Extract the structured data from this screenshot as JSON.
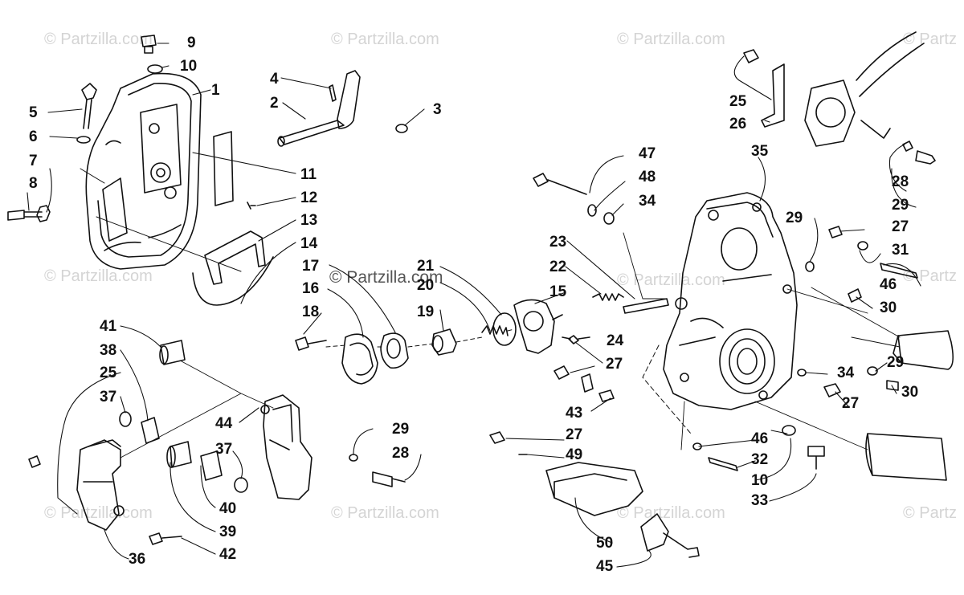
{
  "watermark": {
    "text": "© Partzilla.com",
    "text_partial": "© Partz",
    "center_text": "© Partzilla.com",
    "color": "#d4d4d4"
  },
  "callouts": [
    {
      "id": "c9",
      "label": "9"
    },
    {
      "id": "c10a",
      "label": "10"
    },
    {
      "id": "c1",
      "label": "1"
    },
    {
      "id": "c4",
      "label": "4"
    },
    {
      "id": "c2",
      "label": "2"
    },
    {
      "id": "c3",
      "label": "3"
    },
    {
      "id": "c5",
      "label": "5"
    },
    {
      "id": "c6",
      "label": "6"
    },
    {
      "id": "c7",
      "label": "7"
    },
    {
      "id": "c8",
      "label": "8"
    },
    {
      "id": "c11",
      "label": "11"
    },
    {
      "id": "c12",
      "label": "12"
    },
    {
      "id": "c13",
      "label": "13"
    },
    {
      "id": "c14",
      "label": "14"
    },
    {
      "id": "c25a",
      "label": "25"
    },
    {
      "id": "c26",
      "label": "26"
    },
    {
      "id": "c28a",
      "label": "28"
    },
    {
      "id": "c29a",
      "label": "29"
    },
    {
      "id": "c35",
      "label": "35"
    },
    {
      "id": "c47",
      "label": "47"
    },
    {
      "id": "c48",
      "label": "48"
    },
    {
      "id": "c34a",
      "label": "34"
    },
    {
      "id": "c29b",
      "label": "29"
    },
    {
      "id": "c27a",
      "label": "27"
    },
    {
      "id": "c31",
      "label": "31"
    },
    {
      "id": "c46a",
      "label": "46"
    },
    {
      "id": "c30a",
      "label": "30"
    },
    {
      "id": "c23",
      "label": "23"
    },
    {
      "id": "c22",
      "label": "22"
    },
    {
      "id": "c21",
      "label": "21"
    },
    {
      "id": "c20",
      "label": "20"
    },
    {
      "id": "c17",
      "label": "17"
    },
    {
      "id": "c16",
      "label": "16"
    },
    {
      "id": "c15",
      "label": "15"
    },
    {
      "id": "c18",
      "label": "18"
    },
    {
      "id": "c19",
      "label": "19"
    },
    {
      "id": "c24",
      "label": "24"
    },
    {
      "id": "c27b",
      "label": "27"
    },
    {
      "id": "c29c",
      "label": "29"
    },
    {
      "id": "c34b",
      "label": "34"
    },
    {
      "id": "c30b",
      "label": "30"
    },
    {
      "id": "c27c",
      "label": "27"
    },
    {
      "id": "c43",
      "label": "43"
    },
    {
      "id": "c41",
      "label": "41"
    },
    {
      "id": "c38",
      "label": "38"
    },
    {
      "id": "c25b",
      "label": "25"
    },
    {
      "id": "c37a",
      "label": "37"
    },
    {
      "id": "c44",
      "label": "44"
    },
    {
      "id": "c29d",
      "label": "29"
    },
    {
      "id": "c28b",
      "label": "28"
    },
    {
      "id": "c37b",
      "label": "37"
    },
    {
      "id": "c40",
      "label": "40"
    },
    {
      "id": "c39",
      "label": "39"
    },
    {
      "id": "c36",
      "label": "36"
    },
    {
      "id": "c42",
      "label": "42"
    },
    {
      "id": "c27d",
      "label": "27"
    },
    {
      "id": "c49",
      "label": "49"
    },
    {
      "id": "c46b",
      "label": "46"
    },
    {
      "id": "c32",
      "label": "32"
    },
    {
      "id": "c10b",
      "label": "10"
    },
    {
      "id": "c33",
      "label": "33"
    },
    {
      "id": "c50",
      "label": "50"
    },
    {
      "id": "c45",
      "label": "45"
    }
  ]
}
